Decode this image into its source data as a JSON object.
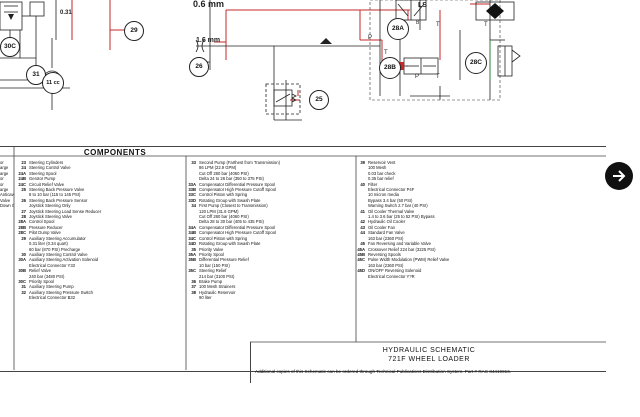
{
  "schematic": {
    "labels": {
      "orifice_a": "0.6 mm",
      "orifice_b": "1.6 mm",
      "value_031": "0.31",
      "port_P": "P",
      "port_T": "T",
      "port_A": "A",
      "port_B": "B",
      "port_LS": "LS",
      "port_P2": "P",
      "port_T2": "T",
      "port_T3": "T",
      "port_T4": "T"
    },
    "callouts": [
      "29",
      "26",
      "25",
      "28A",
      "28B",
      "28C",
      "30C",
      "31",
      "11 cc"
    ]
  },
  "components": {
    "title": "COMPONENTS",
    "col0": [
      {
        "n": "",
        "t": "or"
      },
      {
        "n": "",
        "t": ""
      },
      {
        "n": "",
        "t": "arge"
      },
      {
        "n": "",
        "t": ""
      },
      {
        "n": "",
        "t": ""
      },
      {
        "n": "",
        "t": "arge"
      },
      {
        "n": "",
        "t": ""
      },
      {
        "n": "",
        "t": ""
      },
      {
        "n": "",
        "t": ""
      },
      {
        "n": "",
        "t": ""
      },
      {
        "n": "",
        "t": ""
      },
      {
        "n": "",
        "t": ""
      },
      {
        "n": "",
        "t": ""
      },
      {
        "n": "",
        "t": "or"
      },
      {
        "n": "",
        "t": ""
      },
      {
        "n": "",
        "t": "or"
      },
      {
        "n": "",
        "t": ""
      },
      {
        "n": "",
        "t": ""
      },
      {
        "n": "",
        "t": "arge"
      },
      {
        "n": "",
        "t": ""
      },
      {
        "n": "",
        "t": ""
      },
      {
        "n": "",
        "t": ""
      },
      {
        "n": "",
        "t": ""
      },
      {
        "n": "",
        "t": ""
      },
      {
        "n": "",
        "t": "Anticavitation"
      },
      {
        "n": "",
        "t": "Valve"
      },
      {
        "n": "",
        "t": ""
      },
      {
        "n": "",
        "t": "Down Orifice"
      }
    ],
    "col1": [
      {
        "n": "23",
        "t": "Steering Cylinders"
      },
      {
        "n": "24",
        "t": "Steering Control Valve"
      },
      {
        "n": "24A",
        "t": "Steering Spool"
      },
      {
        "n": "24B",
        "t": "Gerotor Pump"
      },
      {
        "n": "24C",
        "t": "Circuit Relief Valve"
      },
      {
        "n": "25",
        "t": "Steering Back Pressure Valve"
      },
      {
        "n": "",
        "t": "8 to 10 bar (115 to 145 PSI)"
      },
      {
        "n": "26",
        "t": "Steering Back Pressure Sensor"
      },
      {
        "n": "",
        "t": "Joystick Steering Only"
      },
      {
        "n": "27",
        "t": "Joystick Steering Load Sense Reducer"
      },
      {
        "n": "28",
        "t": "Joystick Steering Valve"
      },
      {
        "n": "28A",
        "t": "Control Spool"
      },
      {
        "n": "28B",
        "t": "Pressure Reducer"
      },
      {
        "n": "28C",
        "t": "Pilot Dump Valve"
      },
      {
        "n": "29",
        "t": "Auxiliary Steering Accumulator"
      },
      {
        "n": "",
        "t": "0.31 liter (0.34 quart)"
      },
      {
        "n": "",
        "t": "60 bar (870 PSI) Precharge"
      },
      {
        "n": "30",
        "t": "Auxiliary Steering Control Valve"
      },
      {
        "n": "30A",
        "t": "Auxiliary Steering Activation Solenoid"
      },
      {
        "n": "",
        "t": "Electrical Connector Y33"
      },
      {
        "n": "30B",
        "t": "Relief Valve"
      },
      {
        "n": "",
        "t": "240 bar (3480 PSI)"
      },
      {
        "n": "30C",
        "t": "Priority Spool"
      },
      {
        "n": "31",
        "t": "Auxiliary Steering Pump"
      },
      {
        "n": "32",
        "t": "Auxiliary Steering Pressure Switch"
      },
      {
        "n": "",
        "t": "Electrical Connector B32"
      }
    ],
    "col2": [
      {
        "n": "33",
        "t": "Second Pump (Farthest from Transmission)"
      },
      {
        "n": "",
        "t": "86 LPM (22.9 GPM)"
      },
      {
        "n": "",
        "t": "Cut Off 280 bar (4060 PSI)"
      },
      {
        "n": "",
        "t": "Delta 24 to 26 bar (350 to 375 PSI)"
      },
      {
        "n": "33A",
        "t": "Compensator Differential Pressure Spool"
      },
      {
        "n": "33B",
        "t": "Compensator High Pressure Cutoff Spool"
      },
      {
        "n": "33C",
        "t": "Control Piston with Spring"
      },
      {
        "n": "33D",
        "t": "Rotating Group with Swash Plate"
      },
      {
        "n": "34",
        "t": "First Pump (Closest to Transmission)"
      },
      {
        "n": "",
        "t": "120 LPM (31.6 GPM)"
      },
      {
        "n": "",
        "t": "Cut Off 280 bar (4060 PSI)"
      },
      {
        "n": "",
        "t": "Delta 28 to 30 bar (405 to 435 PSI)"
      },
      {
        "n": "34A",
        "t": "Compensator Differential Pressure Spool"
      },
      {
        "n": "34B",
        "t": "Compensator High Pressure Cutoff Spool"
      },
      {
        "n": "34C",
        "t": "Control Piston with Spring"
      },
      {
        "n": "34D",
        "t": "Rotating Group with Swash Plate"
      },
      {
        "n": "35",
        "t": "Priority Valve"
      },
      {
        "n": "35A",
        "t": "Priority Spool"
      },
      {
        "n": "35B",
        "t": "Differential Pressure Relief"
      },
      {
        "n": "",
        "t": "10 bar (150 PSI)"
      },
      {
        "n": "35C",
        "t": "Steering Relief"
      },
      {
        "n": "",
        "t": "214 bar (3100 PSI)"
      },
      {
        "n": "36",
        "t": "Brake Pump"
      },
      {
        "n": "37",
        "t": "100 Mesh Strainers"
      },
      {
        "n": "38",
        "t": "Hydraulic Reservoir"
      },
      {
        "n": "",
        "t": "90 liter"
      }
    ],
    "col3": [
      {
        "n": "39",
        "t": "Reservoir Vent"
      },
      {
        "n": "",
        "t": "100 Mesh"
      },
      {
        "n": "",
        "t": "0.03 bar check"
      },
      {
        "n": "",
        "t": "0.35 bar relief"
      },
      {
        "n": "40",
        "t": "Filter"
      },
      {
        "n": "",
        "t": "Electrical Connector P4F"
      },
      {
        "n": "",
        "t": "10 micron media"
      },
      {
        "n": "",
        "t": "Bypass 3.4 bar (50 PSI)"
      },
      {
        "n": "",
        "t": "Warning Switch 2.7 bar (40 PSI)"
      },
      {
        "n": "41",
        "t": "Oil Cooler Thermal Valve"
      },
      {
        "n": "",
        "t": "1.4 to 3.6 bar (25 to 52 PSI) Bypass"
      },
      {
        "n": "42",
        "t": "Hydraulic Oil Cooler"
      },
      {
        "n": "43",
        "t": "Oil Cooler Fan"
      },
      {
        "n": "44",
        "t": "Standard Fan Valve"
      },
      {
        "n": "",
        "t": "163 bar (2360 PSI)"
      },
      {
        "n": "45",
        "t": "Fan Reversing and Variable Valve"
      },
      {
        "n": "45A",
        "t": "Crossover Relief 224 bar (3225 PSI)"
      },
      {
        "n": "45B",
        "t": "Reversing Spools"
      },
      {
        "n": "45C",
        "t": "Pulse Width Modulation (PWM) Relief Valve"
      },
      {
        "n": "",
        "t": "163 bar (2360 PSI)"
      },
      {
        "n": "45D",
        "t": "ON/OFF Reversing Solenoid"
      },
      {
        "n": "",
        "t": "Electrical Connector Y?R"
      }
    ]
  },
  "title_block": {
    "line1": "HYDRAULIC SCHEMATIC",
    "line2": "721F WHEEL LOADER",
    "line3": "Additional copies of this Schematic can be ordered through Technical Publications Distribution System. Part # RAC 84419916."
  },
  "nav": {
    "next_icon": "arrow-right-icon",
    "next_bg": "#111111"
  }
}
